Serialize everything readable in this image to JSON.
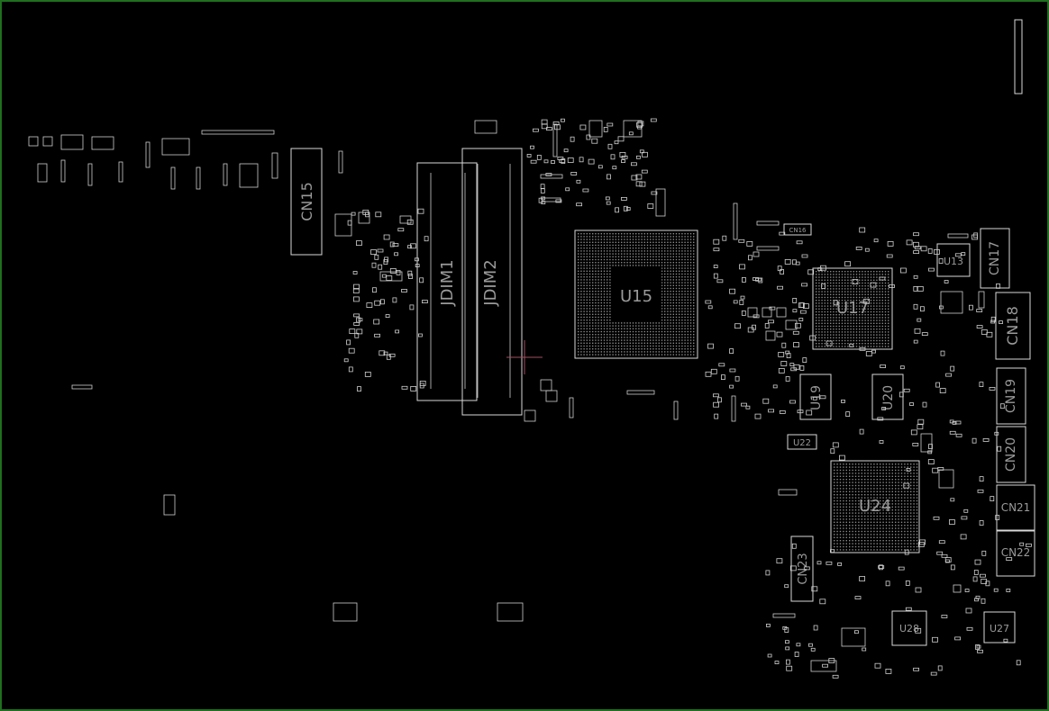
{
  "colors": {
    "background": "#000000",
    "frame": "#1f6f1f",
    "outline": "#d8d8d8",
    "label": "#9a9a9a",
    "cursor": "#a05060"
  },
  "components": {
    "cn15": "CN15",
    "jdim1": "JDIM1",
    "jdim2": "JDIM2",
    "u15": "U15",
    "u17": "U17",
    "u13": "U13",
    "cn17": "CN17",
    "cn18": "CN18",
    "u19": "U19",
    "u20": "U20",
    "cn19": "CN19",
    "cn20": "CN20",
    "u22": "U22",
    "u24": "U24",
    "cn21": "CN21",
    "cn22": "CN22",
    "cn23": "CN23",
    "u28": "U28",
    "u27": "U27",
    "cn16": "CN16"
  }
}
